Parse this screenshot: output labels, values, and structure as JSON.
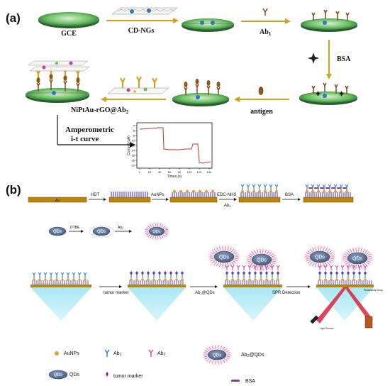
{
  "panel_a": {
    "label": "(a)",
    "gce": "GCE",
    "cdngs": "CD-NGs",
    "ab1": "Ab",
    "ab1_sub": "1",
    "bsa": "BSA",
    "antigen": "antigen",
    "probe": "NiPtAu-rGO@Ab",
    "probe_sub": "2",
    "amp_line1": "Amperometric",
    "amp_line2": "i-t curve",
    "chart": {
      "ylabel": "Current (µA)",
      "xlabel": "Times (s)",
      "xticks": [
        "0",
        "20",
        "40",
        "60",
        "80",
        "100",
        "120",
        "140"
      ],
      "yticks": [
        "-20",
        "-18",
        "-16",
        "-14",
        "-12",
        "-10",
        "-8",
        "-6",
        "-4"
      ]
    }
  },
  "panel_b": {
    "label": "(b)",
    "row1": {
      "au": "Au",
      "hdt": "HDT",
      "aunps": "AuNPs",
      "edc": "EDC-NHS",
      "ab1": "Ab",
      "ab1_sub": "1",
      "bsa": "BSA"
    },
    "row2": {
      "qds": "QDs",
      "dtbe": "DTBE",
      "ab2": "Ab",
      "ab2_sub": "2"
    },
    "row3": {
      "tumor": "tumor  marker",
      "ab2qds": "Ab",
      "ab2qds_sub": "2",
      "ab2qds_tail": "@QDs",
      "spr": "SPR Detection",
      "light_source": "Light Source",
      "detector": "Photodiode Array"
    },
    "legend": {
      "aunps": "AuNPs",
      "ab1": "Ab",
      "ab1_sub": "1",
      "ab2": "Ab",
      "ab2_sub": "2",
      "ab2qds": "Ab",
      "ab2qds_sub": "2",
      "ab2qds_tail": "@QDs",
      "qds": "QDs",
      "tumor": "tumor  marker",
      "bsa": "BSA"
    }
  }
}
